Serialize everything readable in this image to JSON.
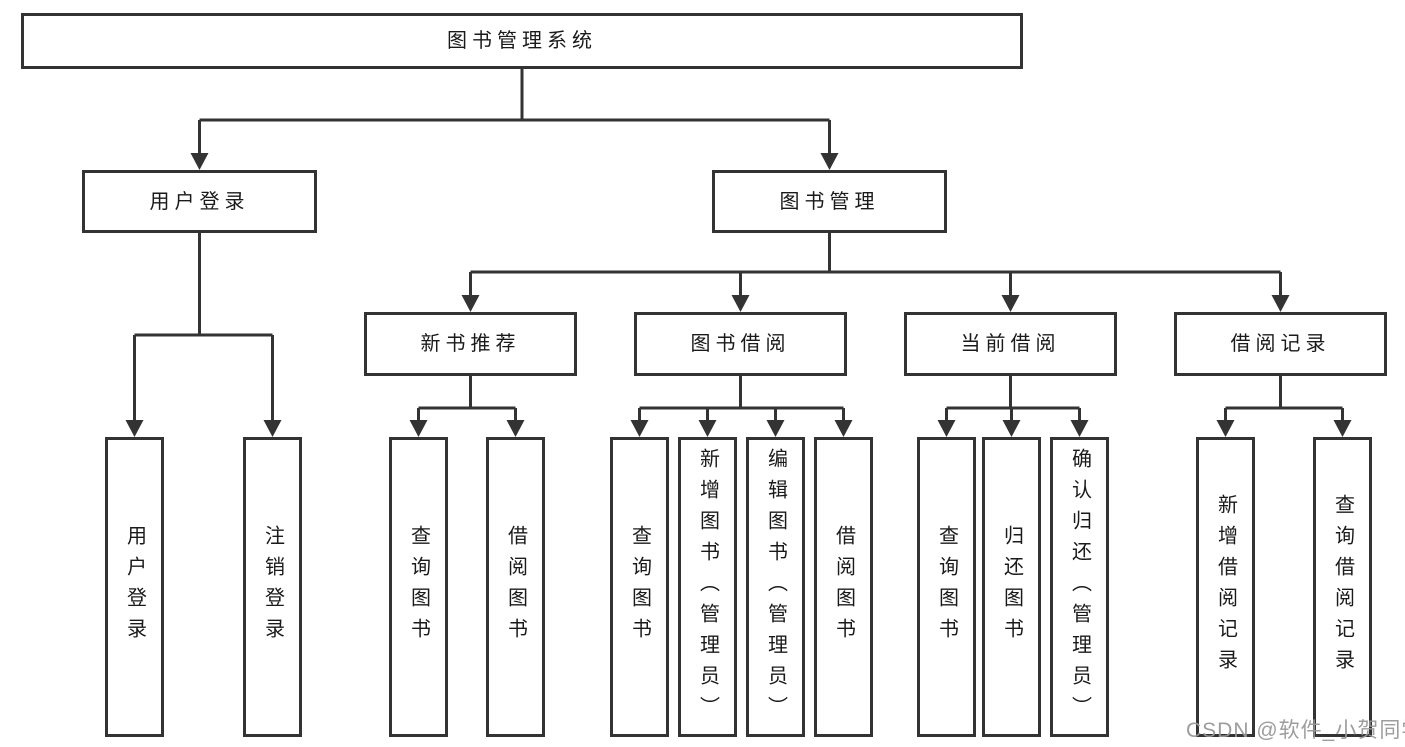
{
  "tree": {
    "label": "图书管理系统",
    "children": [
      {
        "label": "用户登录",
        "children": [
          {
            "label": "用户登录"
          },
          {
            "label": "注销登录"
          }
        ]
      },
      {
        "label": "图书管理",
        "children": [
          {
            "label": "新书推荐",
            "children": [
              {
                "label": "查询图书"
              },
              {
                "label": "借阅图书"
              }
            ]
          },
          {
            "label": "图书借阅",
            "children": [
              {
                "label": "查询图书"
              },
              {
                "label": "新增图书（管理员）"
              },
              {
                "label": "编辑图书（管理员）"
              },
              {
                "label": "借阅图书"
              }
            ]
          },
          {
            "label": "当前借阅",
            "children": [
              {
                "label": "查询图书"
              },
              {
                "label": "归还图书"
              },
              {
                "label": "确认归还（管理员）"
              }
            ]
          },
          {
            "label": "借阅记录",
            "children": [
              {
                "label": "新增借阅记录"
              },
              {
                "label": "查询借阅记录"
              }
            ]
          }
        ]
      }
    ]
  },
  "watermark": {
    "text": "CSDN @软件_小贺同学"
  },
  "colors": {
    "line": "#333333",
    "box_border": "#333333",
    "box_fill": "#ffffff",
    "text": "#1a1a1a",
    "watermark": "#989898",
    "background": "#ffffff"
  }
}
